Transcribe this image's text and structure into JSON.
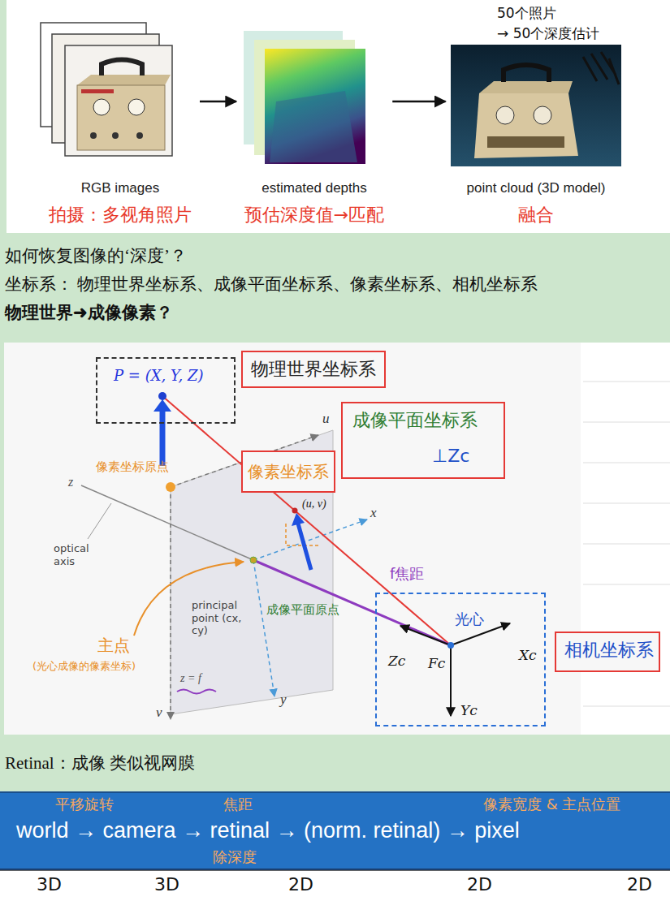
{
  "diagram": {
    "nodes": [
      {
        "text": [
          "RGB images",
          "拍摄：多视角照片"
        ]
      },
      {
        "text": [
          "estimated depths",
          "预估深度值→匹配"
        ]
      },
      {
        "text": [
          "point cloud (3D model)",
          "融合"
        ]
      },
      {
        "text": [
          "P = (X, Y, Z)"
        ]
      },
      {
        "text": [
          "物理世界坐标系"
        ]
      },
      {
        "text": [
          "成像平面坐标系",
          "⊥Zc"
        ]
      },
      {
        "text": [
          "像素坐标系"
        ]
      },
      {
        "text": [
          "光心",
          "Zc",
          "Xc",
          "Fc",
          "Yc"
        ]
      },
      {
        "text": [
          "相机坐标系"
        ]
      },
      {
        "text": [
          "平移旋转",
          "焦距",
          "像素宽度 & 主点位置",
          "world → camera → retinal → (norm. retinal) → pixel",
          "除深度"
        ]
      }
    ],
    "edges": [
      {
        "from": 0,
        "to": 1,
        "arrow": "to"
      },
      {
        "from": 1,
        "to": 2,
        "arrow": "to"
      }
    ],
    "labels": [
      "50个照片",
      "→ 50个深度估计",
      "如何恢复图像的‘深度’？",
      "坐标系： 物理世界坐标系、成像平面坐标系、像素坐标系、相机坐标系",
      "物理世界➜成像像素？",
      "u",
      "像素坐标原点",
      "z",
      "(u, v)",
      "x",
      "optical axis",
      "f焦距",
      "成像平面原点",
      "principal point (cx, cy)",
      "主点",
      "(光心成像的像素坐标)",
      "z = f",
      "y",
      "v",
      "Retinal：成像 类似视网膜",
      "3D",
      "3D",
      "2D",
      "2D",
      "2D"
    ]
  }
}
